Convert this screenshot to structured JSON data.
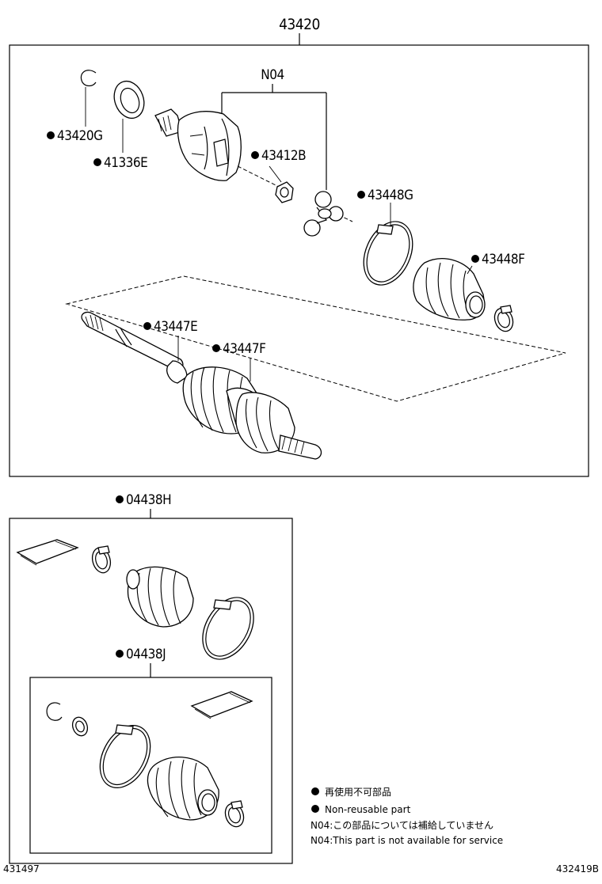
{
  "assembly": {
    "number": "43420",
    "group_label": "N04",
    "parts": {
      "snap_ring": "43420G",
      "seal": "41336E",
      "nut": "43412B",
      "clamp_big": "43448G",
      "boot_outer": "43448F",
      "clamp_inner": "43447E",
      "boot_inner": "43447F"
    }
  },
  "kit_outer": {
    "number": "04438H"
  },
  "kit_inner": {
    "number": "04438J"
  },
  "legend": {
    "jp_nonreusable": "再使用不可部品",
    "en_nonreusable": "Non-reusable part",
    "jp_n04": "N04:この部品については補給していません",
    "en_n04": "N04:This part is not available for service"
  },
  "footer": {
    "left_code": "431497",
    "right_code": "432419B"
  }
}
